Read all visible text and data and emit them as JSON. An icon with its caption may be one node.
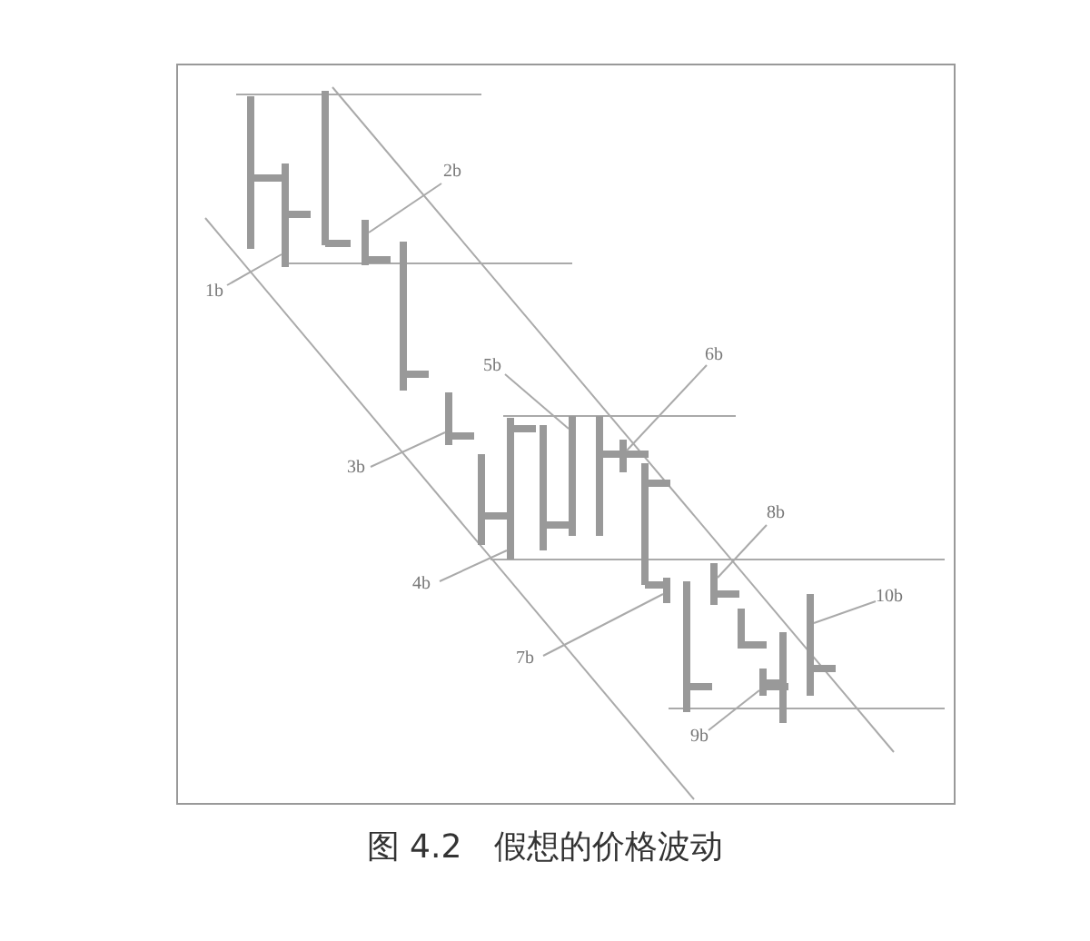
{
  "diagram": {
    "caption": "图 4.2　假想的价格波动",
    "nodes": [
      {
        "text": [
          "2b"
        ]
      },
      {
        "text": [
          "1b"
        ]
      },
      {
        "text": [
          "5b"
        ]
      },
      {
        "text": [
          "6b"
        ]
      },
      {
        "text": [
          "3b"
        ]
      },
      {
        "text": [
          "8b"
        ]
      },
      {
        "text": [
          "4b"
        ]
      },
      {
        "text": [
          "10b"
        ]
      },
      {
        "text": [
          "7b"
        ]
      },
      {
        "text": [
          "9b"
        ]
      },
      {
        "text": [],
        "shape": "bar"
      },
      {
        "text": [],
        "shape": "bar"
      },
      {
        "text": [],
        "shape": "bar"
      },
      {
        "text": [],
        "shape": "bar"
      },
      {
        "text": [],
        "shape": "bar"
      },
      {
        "text": [],
        "shape": "bar"
      },
      {
        "text": [],
        "shape": "bar"
      },
      {
        "text": [],
        "shape": "bar"
      },
      {
        "text": [],
        "shape": "bar"
      },
      {
        "text": [],
        "shape": "bar"
      },
      {
        "text": [],
        "shape": "bar"
      },
      {
        "text": [],
        "shape": "bar"
      },
      {
        "text": [],
        "shape": "bar"
      },
      {
        "text": [],
        "shape": "bar"
      },
      {
        "text": [],
        "shape": "bar"
      },
      {
        "text": [],
        "shape": "bar"
      },
      {
        "text": [],
        "shape": "bar"
      },
      {
        "text": [],
        "shape": "bar"
      },
      {
        "text": [],
        "shape": "bar"
      },
      {
        "text": [],
        "shape": "bar"
      }
    ],
    "edges": [
      {
        "from": 0,
        "to": 13,
        "arrow": "none"
      },
      {
        "from": 1,
        "to": 11,
        "arrow": "none"
      },
      {
        "from": 2,
        "to": 19,
        "arrow": "none"
      },
      {
        "from": 3,
        "to": 21,
        "arrow": "none"
      },
      {
        "from": 4,
        "to": 15,
        "arrow": "none"
      },
      {
        "from": 5,
        "to": 25,
        "arrow": "none"
      },
      {
        "from": 6,
        "to": 17,
        "arrow": "none"
      },
      {
        "from": 7,
        "to": 29,
        "arrow": "none"
      },
      {
        "from": 8,
        "to": 23,
        "arrow": "none"
      },
      {
        "from": 9,
        "to": 27,
        "arrow": "none"
      }
    ]
  }
}
